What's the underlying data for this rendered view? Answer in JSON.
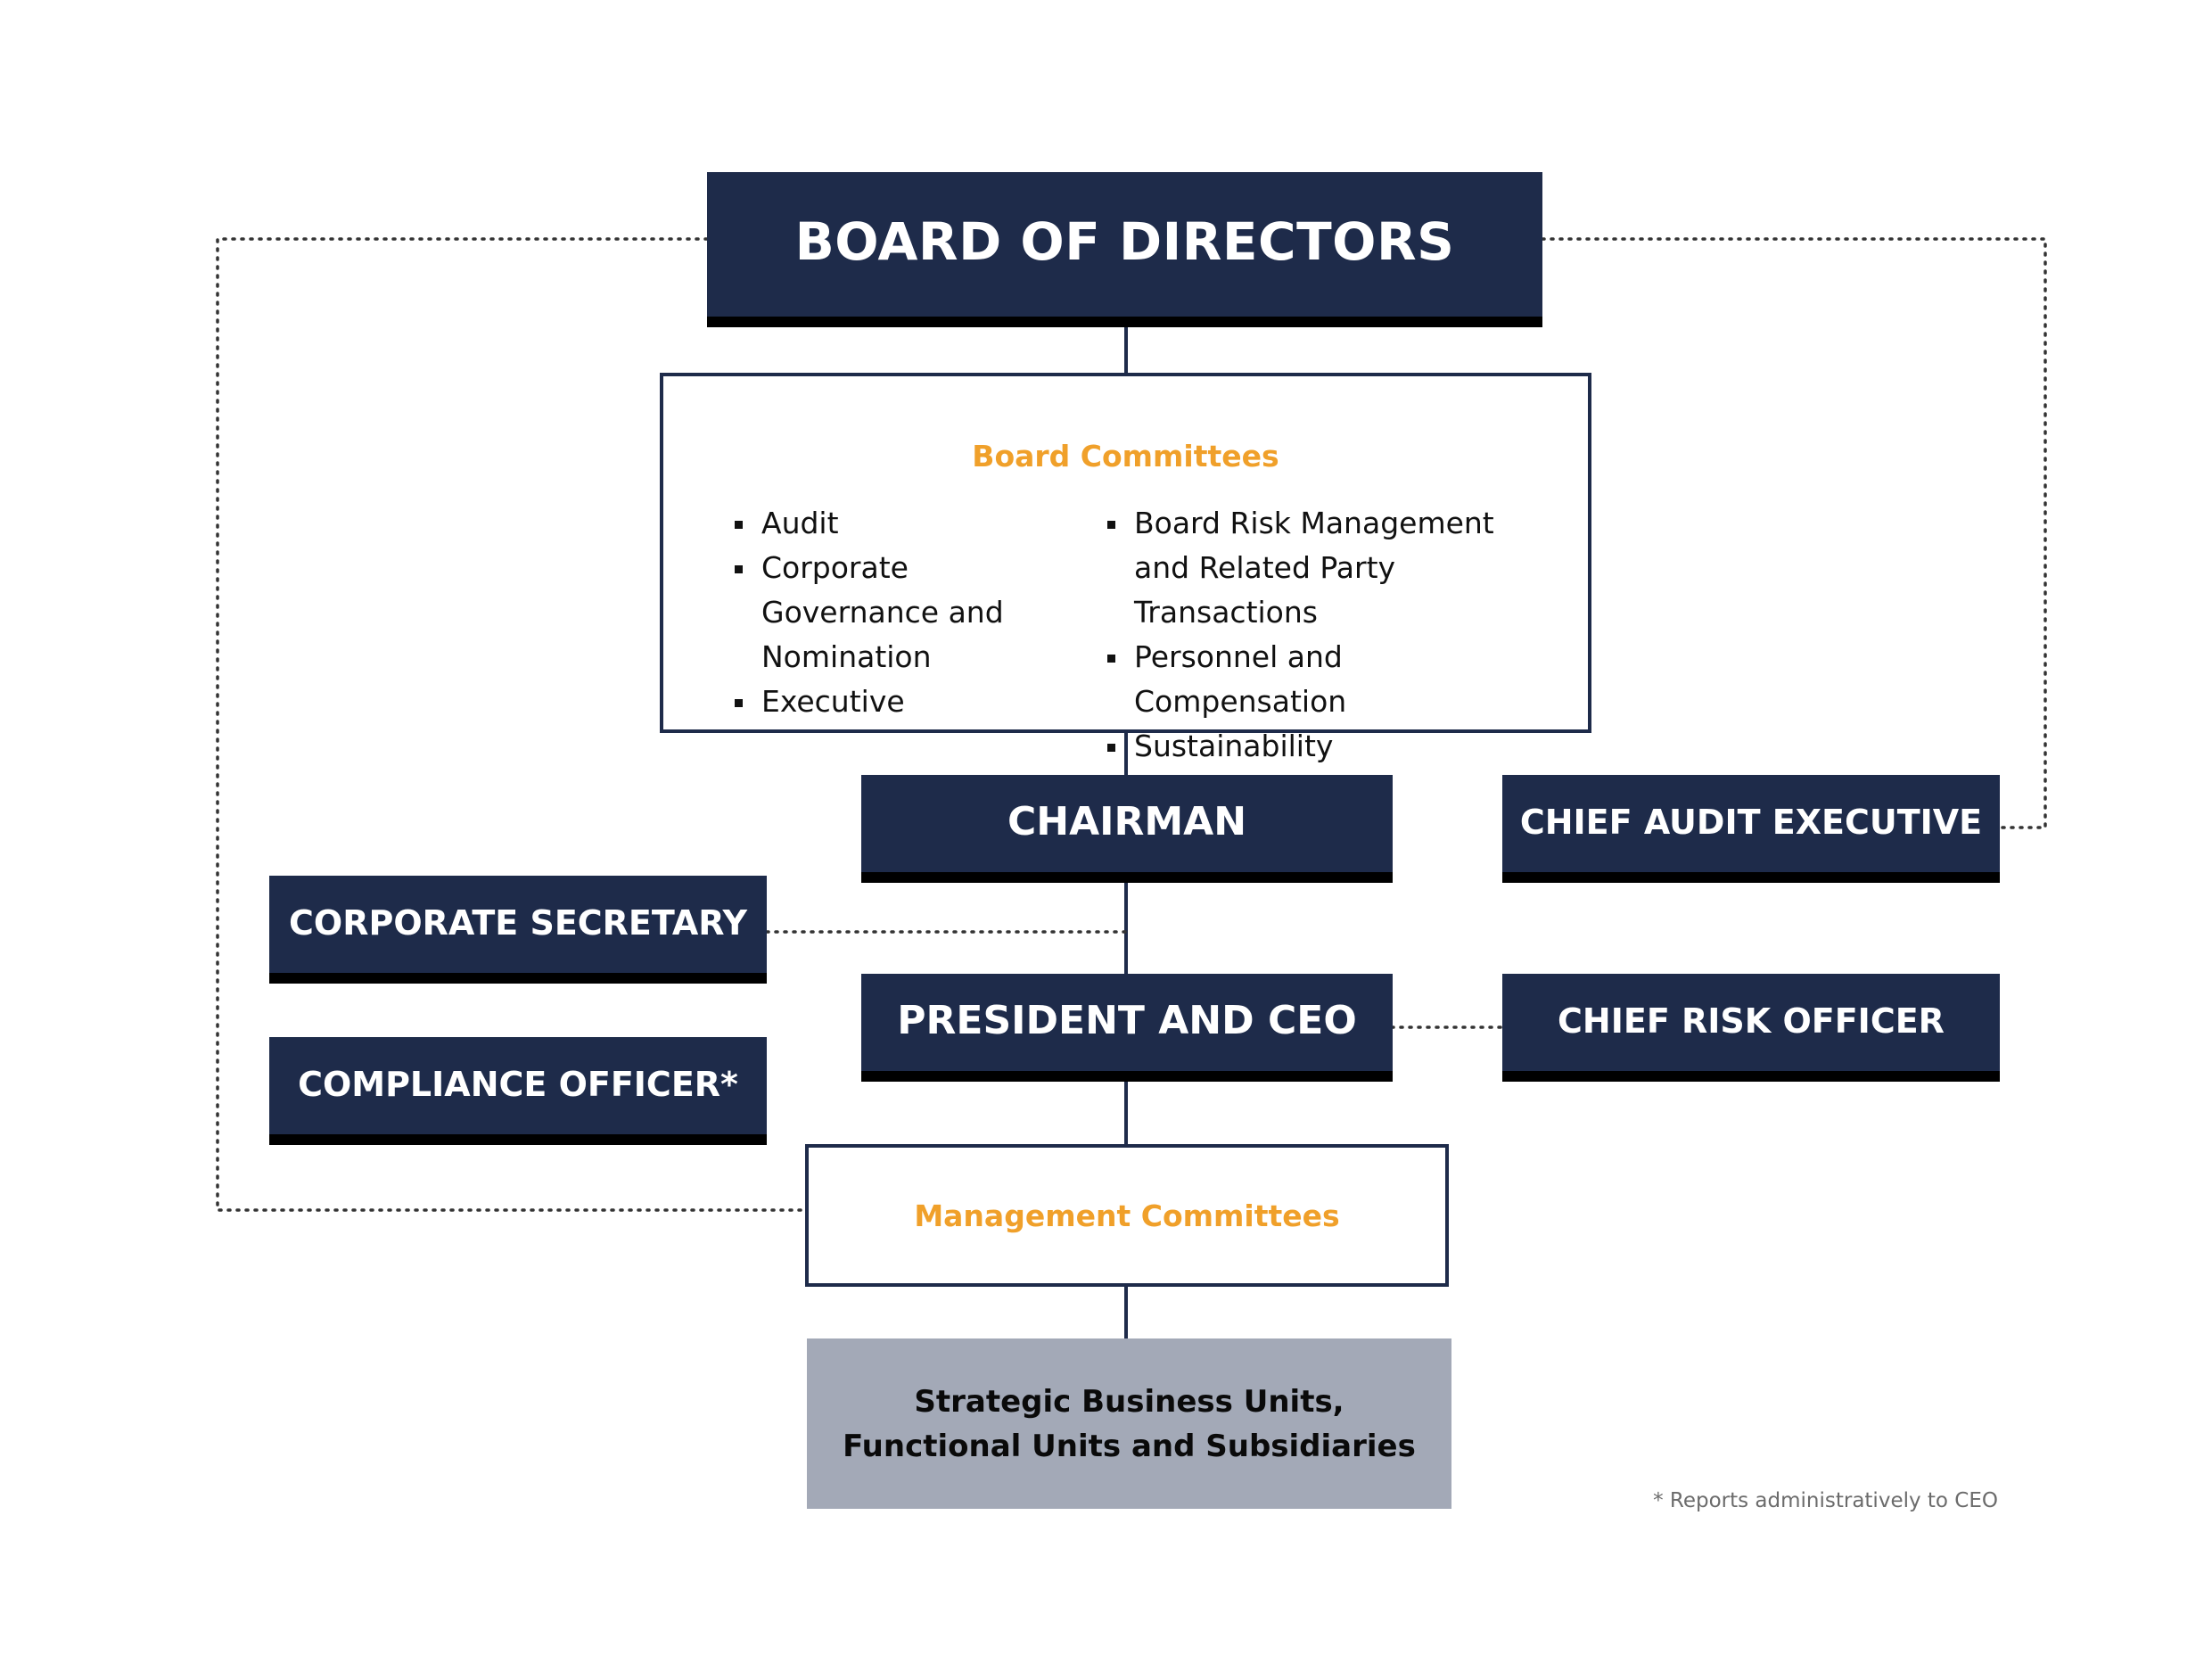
{
  "board": {
    "title": "BOARD OF DIRECTORS"
  },
  "board_committees": {
    "title": "Board Committees",
    "left": [
      "Audit",
      "Corporate Governance and Nomination",
      "Executive"
    ],
    "right": [
      "Board Risk Management and Related Party Transactions",
      "Personnel and Compensation",
      "Sustainability"
    ]
  },
  "chairman": {
    "title": "CHAIRMAN"
  },
  "chief_audit_executive": {
    "title": "CHIEF AUDIT EXECUTIVE"
  },
  "corporate_secretary": {
    "title": "CORPORATE SECRETARY"
  },
  "president_ceo": {
    "title": "PRESIDENT AND CEO"
  },
  "chief_risk_officer": {
    "title": "CHIEF RISK OFFICER"
  },
  "compliance_officer": {
    "title": "COMPLIANCE OFFICER*"
  },
  "management_committees": {
    "title": "Management Committees"
  },
  "business_units": {
    "line1": "Strategic Business Units,",
    "line2": "Functional Units and Subsidiaries"
  },
  "footnote": "* Reports administratively to CEO",
  "colors": {
    "navy": "#1e2b4a",
    "accent_orange": "#f0a02a",
    "grey_box": "#a3a9b7"
  }
}
